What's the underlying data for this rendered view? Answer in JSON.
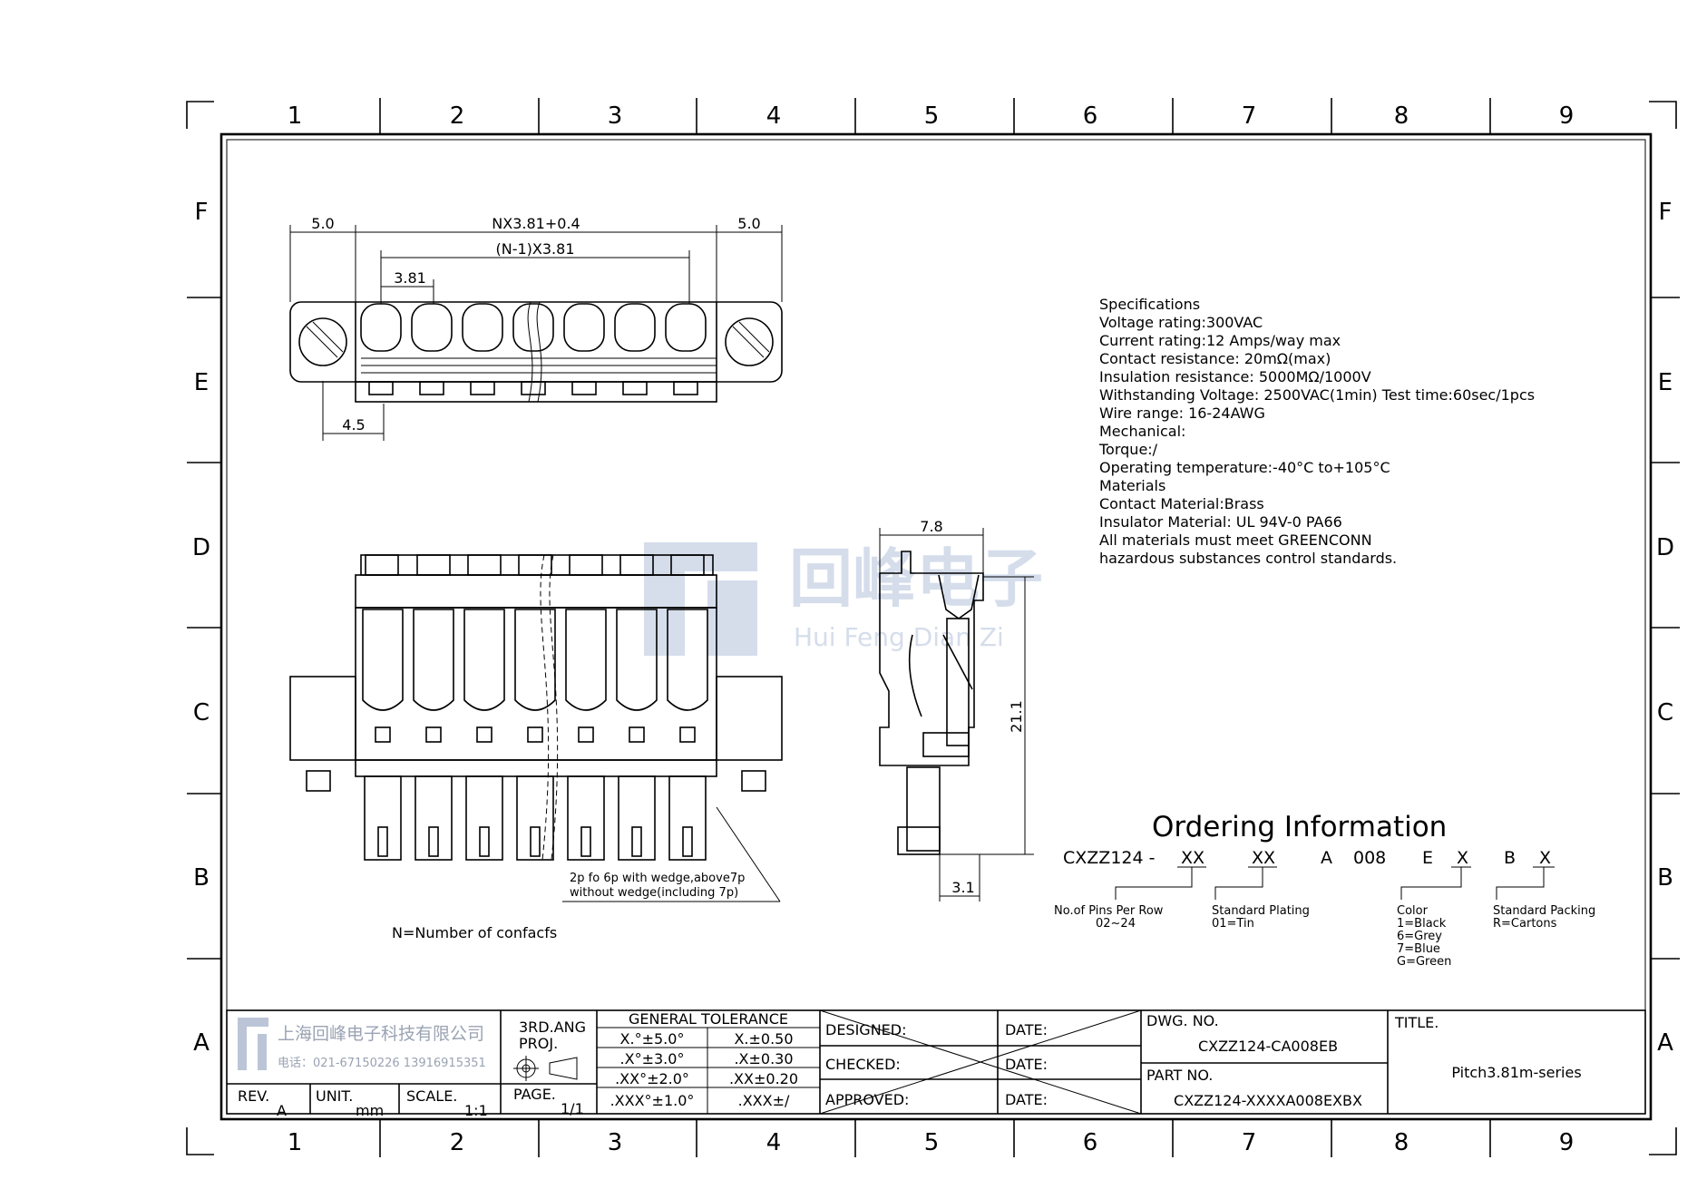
{
  "grid": {
    "columns": [
      "1",
      "2",
      "3",
      "4",
      "5",
      "6",
      "7",
      "8",
      "9"
    ],
    "rows": [
      "F",
      "E",
      "D",
      "C",
      "B",
      "A"
    ]
  },
  "dims_top": {
    "left_margin": "5.0",
    "total": "NX3.81+0.4",
    "pitch_span": "(N-1)X3.81",
    "right_margin": "5.0",
    "pitch": "3.81",
    "offset": "4.5"
  },
  "side_dims": {
    "width": "7.8",
    "height": "21.1",
    "base": "3.1"
  },
  "front_note": [
    "2p fo 6p with wedge,above7p",
    "without wedge(including 7p)"
  ],
  "n_note": "N=Number of confacfs",
  "watermark": {
    "cn": "回峰电子",
    "en": "Hui Feng Dian Zi"
  },
  "specifications": [
    "Specifications",
    "Voltage rating:300VAC",
    "Current rating:12 Amps/way max",
    "Contact resistance: 20mΩ(max)",
    "Insulation resistance: 5000MΩ/1000V",
    "Withstanding Voltage: 2500VAC(1min) Test time:60sec/1pcs",
    "Wire range: 16-24AWG",
    "Mechanical:",
    "Torque:/",
    "Operating temperature:-40°C to+105°C",
    "Materials",
    "Contact Material:Brass",
    "Insulator Material: UL 94V-0 PA66",
    "All materials must meet GREENCONN",
    "hazardous substances control standards."
  ],
  "ordering": {
    "title": "Ordering Information",
    "prefix": "CXZZ124 -",
    "code1": "XX",
    "code2": "XX",
    "code3": "A",
    "code4": "008",
    "code5": "E",
    "code6": "X",
    "code7": "B",
    "code8": "X",
    "pins": [
      "No.of Pins Per Row",
      "02~24"
    ],
    "plating": [
      "Standard Plating",
      "01=Tin"
    ],
    "color": [
      "Color",
      "1=Black",
      "6=Grey",
      "7=Blue",
      "G=Green"
    ],
    "packing": [
      "Standard Packing",
      "R=Cartons"
    ]
  },
  "title_block": {
    "company": "上海回峰电子科技有限公司",
    "phone": "电话：021-67150226  13916915351",
    "projection": [
      "3RD.ANG",
      "PROJ."
    ],
    "tolerance_title": "GENERAL TOLERANCE",
    "tol_rows": [
      [
        "X.°±5.0°",
        "X.±0.50"
      ],
      [
        ".X°±3.0°",
        ".X±0.30"
      ],
      [
        ".XX°±2.0°",
        ".XX±0.20"
      ],
      [
        ".XXX°±1.0°",
        ".XXX±/"
      ]
    ],
    "designed": "DESIGNED:",
    "checked": "CHECKED:",
    "approved": "APPROVED:",
    "date": "DATE:",
    "dwg_label": "DWG. NO.",
    "dwg_no": "CXZZ124-CA008EB",
    "part_label": "PART NO.",
    "part_no": "CXZZ124-XXXXA008EXBX",
    "title_label": "TITLE.",
    "title": "Pitch3.81m-series",
    "rev_label": "REV.",
    "rev": "A",
    "unit_label": "UNIT.",
    "unit": "mm",
    "scale_label": "SCALE.",
    "scale": "1:1",
    "page_label": "PAGE.",
    "page": "1/1"
  }
}
